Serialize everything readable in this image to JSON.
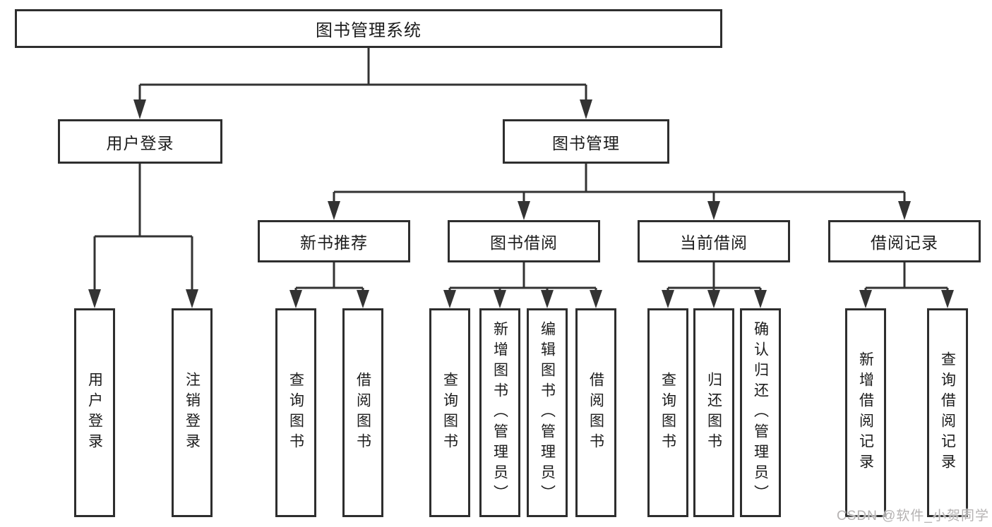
{
  "diagram": {
    "root": {
      "label": "图书管理系统"
    },
    "level2": [
      {
        "label": "用户登录"
      },
      {
        "label": "图书管理"
      }
    ],
    "level3": [
      {
        "label": "新书推荐"
      },
      {
        "label": "图书借阅"
      },
      {
        "label": "当前借阅"
      },
      {
        "label": "借阅记录"
      }
    ],
    "leaves": {
      "user_login": [
        {
          "label": "用户登录"
        },
        {
          "label": "注销登录"
        }
      ],
      "new_book": [
        {
          "label": "查询图书"
        },
        {
          "label": "借阅图书"
        }
      ],
      "book_borrow": [
        {
          "label": "查询图书"
        },
        {
          "label": "新增图书（管理员）"
        },
        {
          "label": "编辑图书（管理员）"
        },
        {
          "label": "借阅图书"
        }
      ],
      "current_borrow": [
        {
          "label": "查询图书"
        },
        {
          "label": "归还图书"
        },
        {
          "label": "确认归还（管理员）"
        }
      ],
      "borrow_records": [
        {
          "label": "新增借阅记录"
        },
        {
          "label": "查询借阅记录"
        }
      ]
    }
  },
  "watermark": "CSDN @软件_小贺同学",
  "colors": {
    "line": "#333333",
    "box_border": "#2e2e2e",
    "box_fill": "#ffffff",
    "text": "#1c1c1c",
    "watermark": "#b5b2b2",
    "background": "#ffffff"
  }
}
